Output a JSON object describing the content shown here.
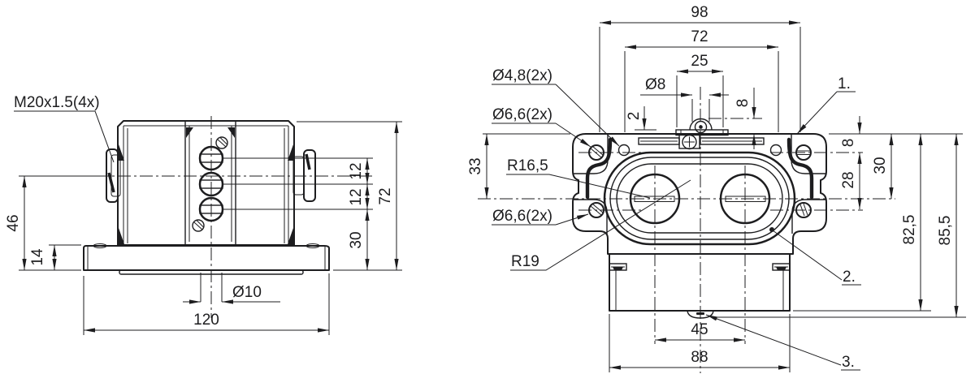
{
  "palette": {
    "background": "#ffffff",
    "ink": "#1d1d1f"
  },
  "front": {
    "note_m20": "M20x1.5(4x)",
    "dim_46": "46",
    "dim_14": "14",
    "dim_120": "120",
    "dim_dia10": "Ø10",
    "dim_12_upper": "12",
    "dim_12_lower": "12",
    "dim_30": "30",
    "dim_72": "72"
  },
  "top": {
    "dim_98": "98",
    "dim_72": "72",
    "dim_25": "25",
    "dim_dia8": "Ø8",
    "dim_2": "2",
    "dim_8_lug": "8",
    "label_dia48": "Ø4,8(2x)",
    "label_dia66_upper": "Ø6,6(2x)",
    "dim_33": "33",
    "label_r165": "R16,5",
    "label_dia66_lower": "Ø6,6(2x)",
    "label_r19": "R19",
    "dim_8_right": "8",
    "dim_28": "28",
    "dim_30": "30",
    "dim_825": "82,5",
    "dim_855": "85,5",
    "dim_45": "45",
    "dim_88": "88",
    "callout_1": "1.",
    "callout_2": "2.",
    "callout_3": "3."
  }
}
